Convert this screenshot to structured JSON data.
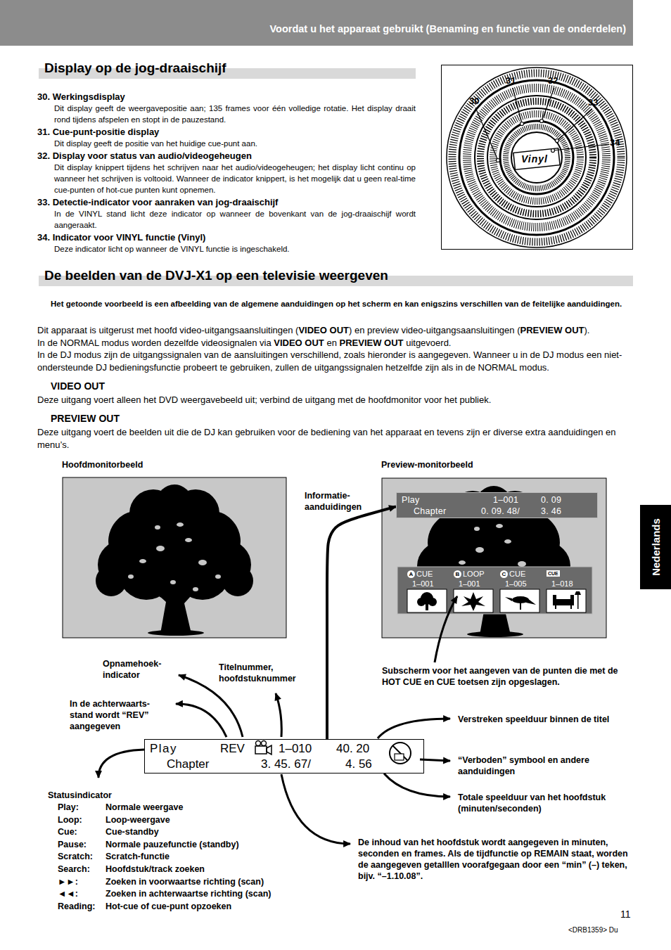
{
  "diagram": {
    "nodes": [
      {
        "text": [
          "Voordat u het apparaat gebruikt (Benaming en functie van de onderdelen)"
        ]
      },
      {
        "text": [
          "Nederlands"
        ]
      },
      {
        "text": [
          "Play",
          "1–001",
          "0. 09",
          "Chapter",
          "0. 09. 48/",
          "3. 46"
        ]
      },
      {
        "text": [
          "A",
          "CUE",
          "1–001",
          "B",
          "LOOP",
          "1–001",
          "C",
          "CUE",
          "1–005",
          "CUE",
          "1–018"
        ]
      },
      {
        "text": [
          "Play",
          "REV",
          "1–010",
          "40. 20",
          "Chapter",
          "3. 45. 67/",
          "4. 56"
        ]
      }
    ],
    "edges": [
      {
        "from": 4,
        "to": 2,
        "arrow": "to"
      }
    ],
    "labels": [
      "Display op de jog-draaischijf",
      "30. Werkingsdisplay",
      "Dit display geeft de weergavepositie aan; 135 frames voor één volledige rotatie. Het display draait rond tijdens afspelen en stopt in de pauzestand.",
      "31. Cue-punt-positie display",
      "Dit display geeft de positie van het huidige cue-punt aan.",
      "32. Display voor status van audio/videogeheugen",
      "Dit display knippert tijdens het schrijven naar het audio/videogeheugen; het display licht continu op wanneer het schrijven is voltooid. Wanneer de indicator knippert, is het mogelijk dat u geen real-time cue-punten of hot-cue punten kunt opnemen.",
      "33. Detectie-indicator voor aanraken van jog-draaischijf",
      "In de VINYL stand licht deze indicator op wanneer de bovenkant van de jog-draaischijf wordt aangeraakt.",
      "34. Indicator voor VINYL functie (Vinyl)",
      "Deze indicator licht op wanneer de VINYL functie is ingeschakeld.",
      "31",
      "32",
      "30",
      "33",
      "34",
      "Vinyl",
      "De beelden van de DVJ-X1 op een televisie weergeven",
      "Het getoonde voorbeeld is een afbeelding van de algemene aanduidingen op het scherm en kan enigszins verschillen van de feitelijke aanduidingen.",
      "Dit apparaat is uitgerust met hoofd video-uitgangsaansluitingen (",
      "VIDEO OUT",
      ") en preview video-uitgangsaansluitingen (",
      "PREVIEW OUT",
      ").",
      "In de NORMAL modus worden dezelfde videosignalen via",
      "VIDEO OUT",
      "en",
      "PREVIEW OUT",
      "uitgevoerd.",
      "In de DJ modus zijn de uitgangssignalen van de aansluitingen verschillend, zoals hieronder is aangegeven. Wanneer u in de DJ modus een niet-ondersteunde DJ bedieningsfunctie probeert te gebruiken, zullen de uitgangssignalen hetzelfde zijn als in de NORMAL modus.",
      "VIDEO OUT",
      "Deze uitgang voert alleen het DVD weergavebeeld uit; verbind de uitgang met de hoofdmonitor voor het publiek.",
      "PREVIEW OUT",
      "Deze uitgang voert de beelden uit die de DJ kan gebruiken voor de bediening van het apparaat en tevens zijn er diverse extra aanduidingen en menu’s.",
      "Hoofdmonitorbeeld",
      "Preview-monitorbeeld",
      "Informatie- aanduidingen",
      "Opnamehoek- indicator",
      "Titelnummer, hoofdstuknummer",
      "Subscherm voor het aangeven van de punten die met de HOT CUE en CUE toetsen zijn opgeslagen.",
      "In de achterwaarts- stand wordt “REV” aangegeven",
      "Verstreken speelduur binnen de titel",
      "“Verboden” symbool en andere aanduidingen",
      "Totale speelduur van het hoofdstuk (minuten/seconden)",
      "Statusindicator",
      "Play:",
      "Normale weergave",
      "Loop:",
      "Loop-weergave",
      "Cue:",
      "Cue-standby",
      "Pause:",
      "Normale pauzefunctie (standby)",
      "Scratch:",
      "Scratch-functie",
      "Search:",
      "Hoofdstuk/track zoeken",
      "►►:",
      "Zoeken in voorwaartse richting (scan)",
      "◄◄:",
      "Zoeken in achterwaartse richting (scan)",
      "Reading:",
      "Hot-cue of cue-punt opzoeken",
      "De inhoud van het hoofdstuk wordt aangegeven in minuten, seconden en frames. Als de tijdfunctie op REMAIN staat, worden de aangegeven getalllen voorafgegaan door een “min” (–) teken, bijv. “–1.10.08”.",
      "11",
      "<DRB1359> Du"
    ]
  }
}
